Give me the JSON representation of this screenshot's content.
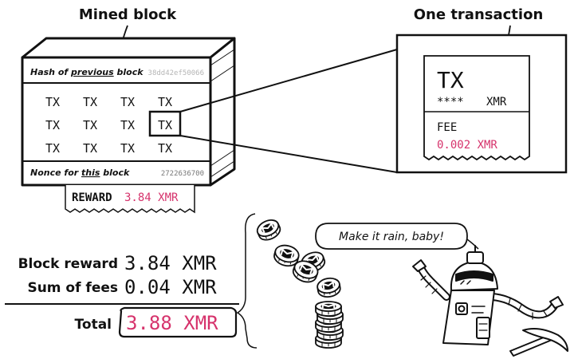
{
  "colors": {
    "ink": "#111111",
    "accent": "#d6336c",
    "muted": "#b5b5b5",
    "coin_fill": "#ffffff"
  },
  "block": {
    "title": "Mined block",
    "hash_label_pre": "Hash of ",
    "hash_label_em": "previous",
    "hash_label_post": " block",
    "hash_value": "38dd42ef50066",
    "tx_label": "TX",
    "tx_rows": 3,
    "tx_cols": 4,
    "nonce_label_pre": "Nonce for ",
    "nonce_label_em": "this",
    "nonce_label_post": " block",
    "nonce_value": "2722636700",
    "reward_label": "REWARD",
    "reward_value": "3.84 XMR"
  },
  "transaction": {
    "title": "One transaction",
    "tx_label": "TX",
    "amount_mask": "****",
    "amount_unit": "XMR",
    "fee_label": "FEE",
    "fee_value": "0.002 XMR"
  },
  "totals": {
    "rows": [
      {
        "label": "Block reward",
        "value": "3.84 XMR"
      },
      {
        "label": "Sum of fees",
        "value": "0.04 XMR"
      }
    ],
    "total_label": "Total",
    "total_value": "3.88 XMR"
  },
  "speech": {
    "text": "Make it rain, baby!"
  },
  "icons": [
    "monero-coin-icon",
    "robot-miner",
    "pickaxe-icon"
  ]
}
